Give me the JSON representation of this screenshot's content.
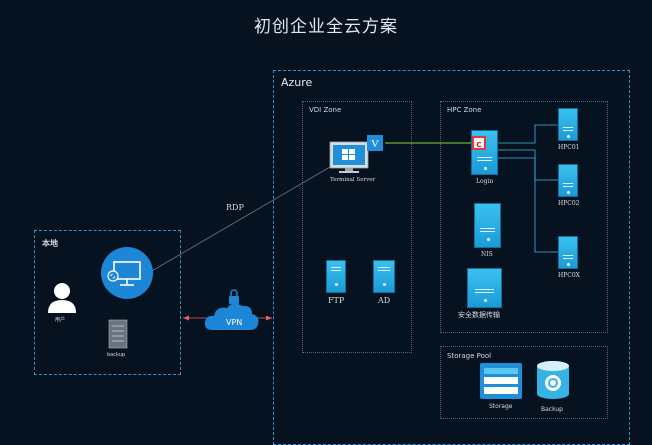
{
  "title": "初创企业全云方案",
  "azure_label": "Azure",
  "local_label": "本地",
  "vdi_zone_label": "VDI Zone",
  "hpc_zone_label": "HPC Zone",
  "storage_pool_label": "Storage Pool",
  "rdp_label": "RDP",
  "vpn_label": "VPN",
  "user_label": "用户",
  "backup_local_label": "backup",
  "terminal_server_label": "Terminal Server",
  "ftp_label": "FTP",
  "ad_label": "AD",
  "login_label": "Login",
  "nis_label": "NIS",
  "secure_transfer_label": "安全数据传输",
  "hpc01_label": "HPC01",
  "hpc02_label": "HPC02",
  "hpc0x_label": "HPC0X",
  "storage_label": "Storage",
  "backup_label": "Backup",
  "colors": {
    "background": "#06121f",
    "accent": "#1e8fd8",
    "connector_green": "#8bd62c",
    "vpn_arrow": "#e0606a"
  }
}
